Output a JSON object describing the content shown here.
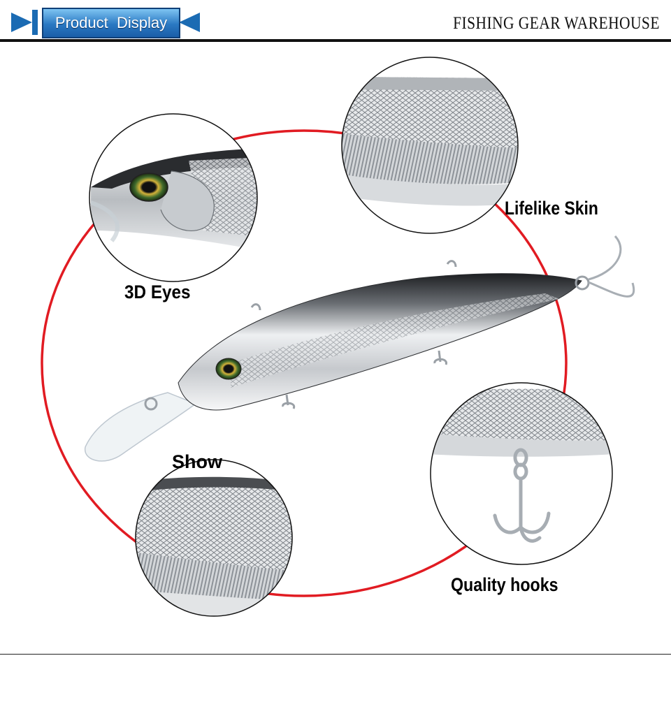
{
  "header": {
    "banner_text": "Product  Display",
    "brand": "FISHING GEAR WAREHOUSE"
  },
  "labels": {
    "eyes": "3D Eyes",
    "skin": "Lifelike Skin",
    "show": "Show",
    "hooks": "Quality hooks"
  },
  "colors": {
    "ring": "#e11b22",
    "banner_blue": "#2a78c2",
    "rule": "#111111"
  }
}
